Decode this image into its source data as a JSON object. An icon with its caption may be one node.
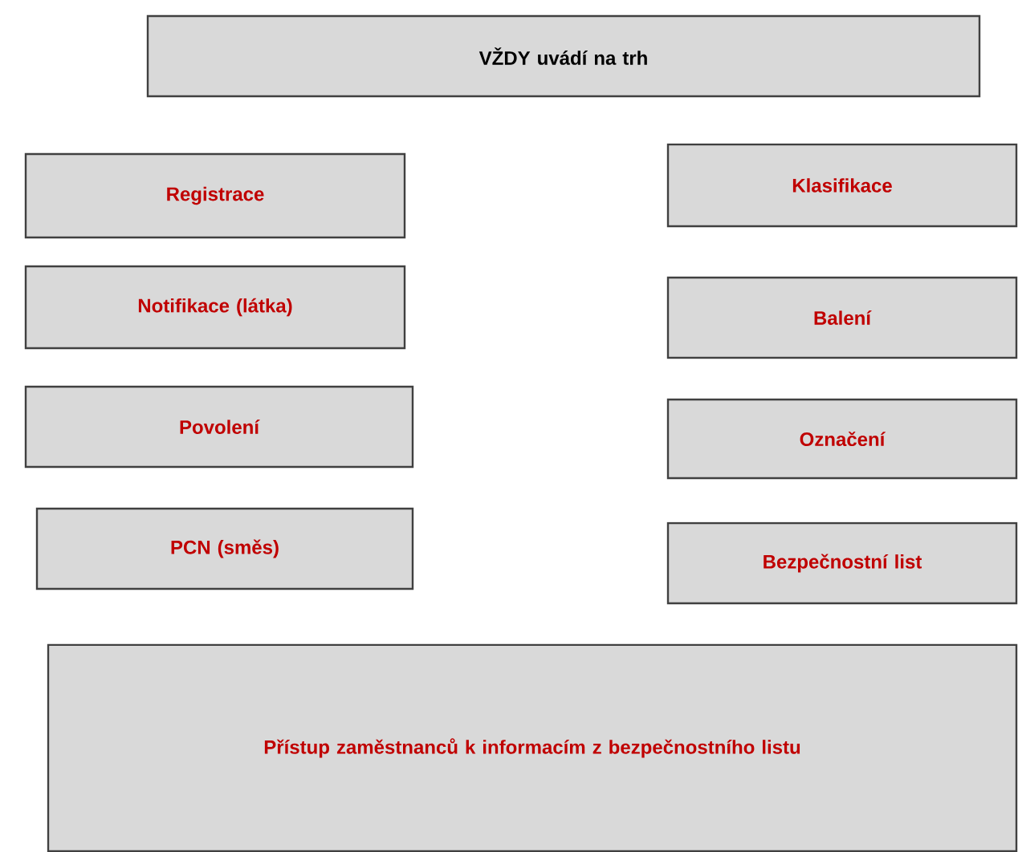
{
  "diagram": {
    "nodes": [
      {
        "text": [
          "VŽDY uvádí na trh"
        ]
      },
      {
        "text": [
          "Registrace"
        ]
      },
      {
        "text": [
          "Notifikace (látka)"
        ]
      },
      {
        "text": [
          "Povolení"
        ]
      },
      {
        "text": [
          "PCN (směs)"
        ]
      },
      {
        "text": [
          "Klasifikace"
        ]
      },
      {
        "text": [
          "Balení"
        ]
      },
      {
        "text": [
          "Označení"
        ]
      },
      {
        "text": [
          "Bezpečnostní list"
        ]
      },
      {
        "text": [
          "Přístup zaměstnanců k informacím z bezpečnostního listu"
        ]
      }
    ]
  }
}
